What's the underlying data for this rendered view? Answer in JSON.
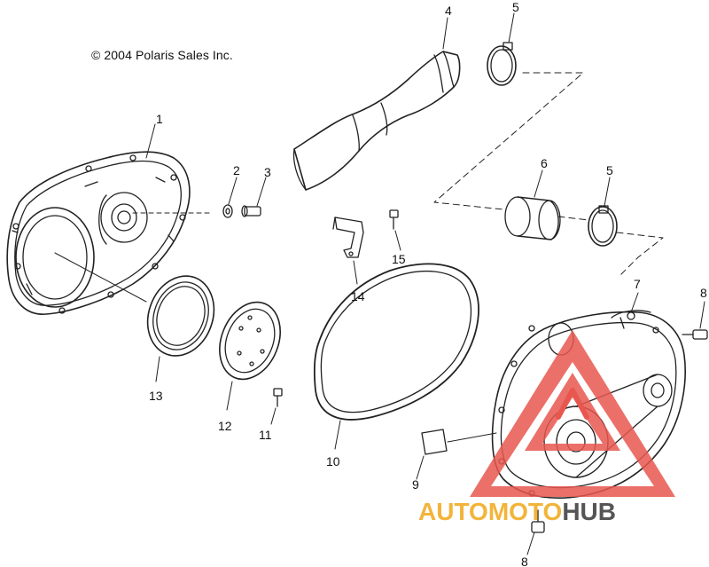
{
  "copyright": "© 2004 Polaris Sales Inc.",
  "callouts": {
    "c1": "1",
    "c2": "2",
    "c3": "3",
    "c4": "4",
    "c5a": "5",
    "c5b": "5",
    "c6": "6",
    "c7": "7",
    "c8a": "8",
    "c8b": "8",
    "c9": "9",
    "c10": "10",
    "c11": "11",
    "c12": "12",
    "c13": "13",
    "c14": "14",
    "c15": "15"
  },
  "watermark": {
    "part1": "AUTOMOTO",
    "part2": "HUB",
    "color_primary": "#e8574f",
    "color_secondary": "#f2b43a",
    "color_tertiary": "#555555"
  }
}
